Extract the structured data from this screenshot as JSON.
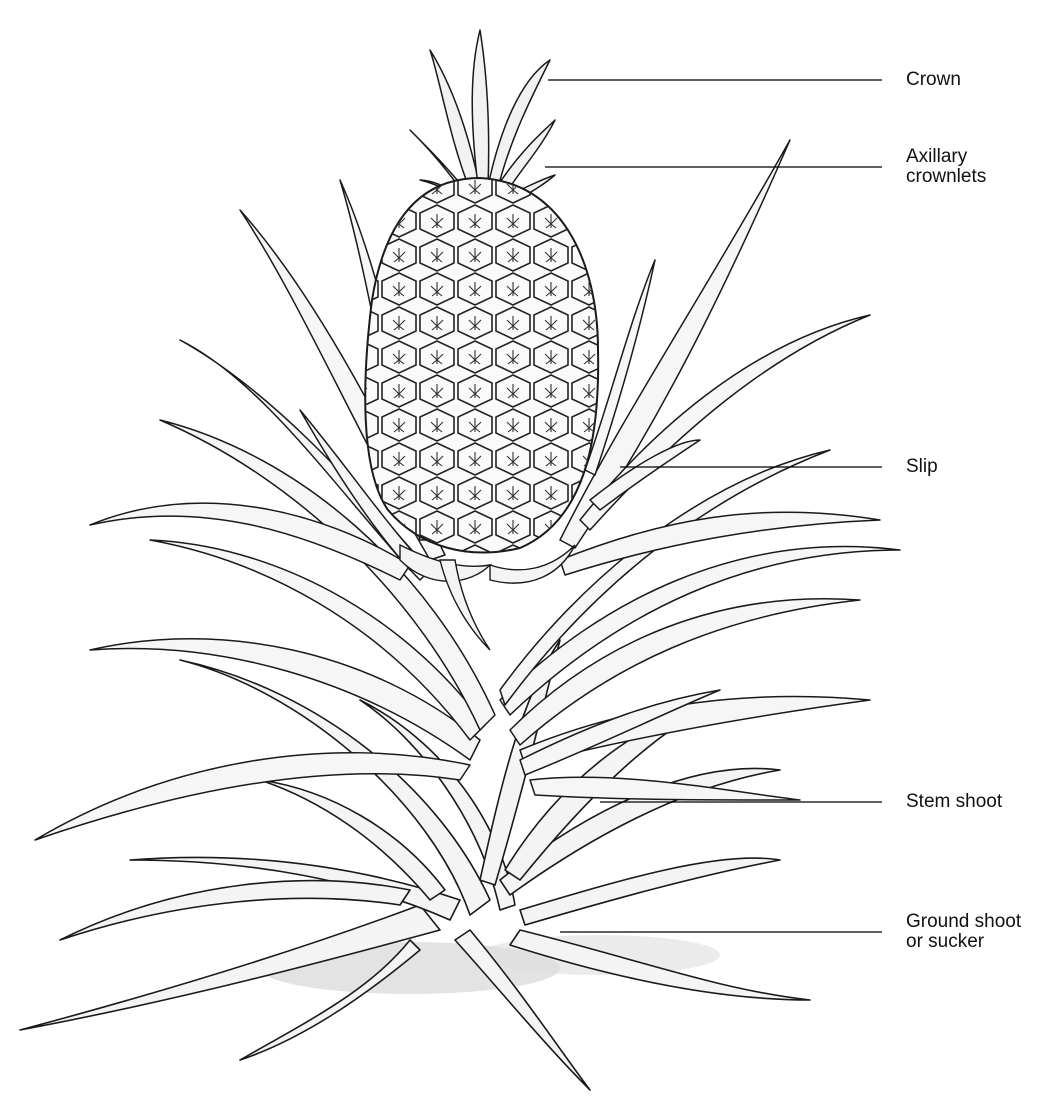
{
  "labels": {
    "crown": "Crown",
    "axillary_1": "Axillary",
    "axillary_2": "crownlets",
    "slip": "Slip",
    "stem_shoot": "Stem shoot",
    "ground_1": "Ground shoot",
    "ground_2": "or sucker"
  },
  "colors": {
    "ink": "#1a1a1a",
    "leaf_fill": "#f2f2f2",
    "fruit_fill": "#fafafa",
    "label_line": "#000000"
  }
}
